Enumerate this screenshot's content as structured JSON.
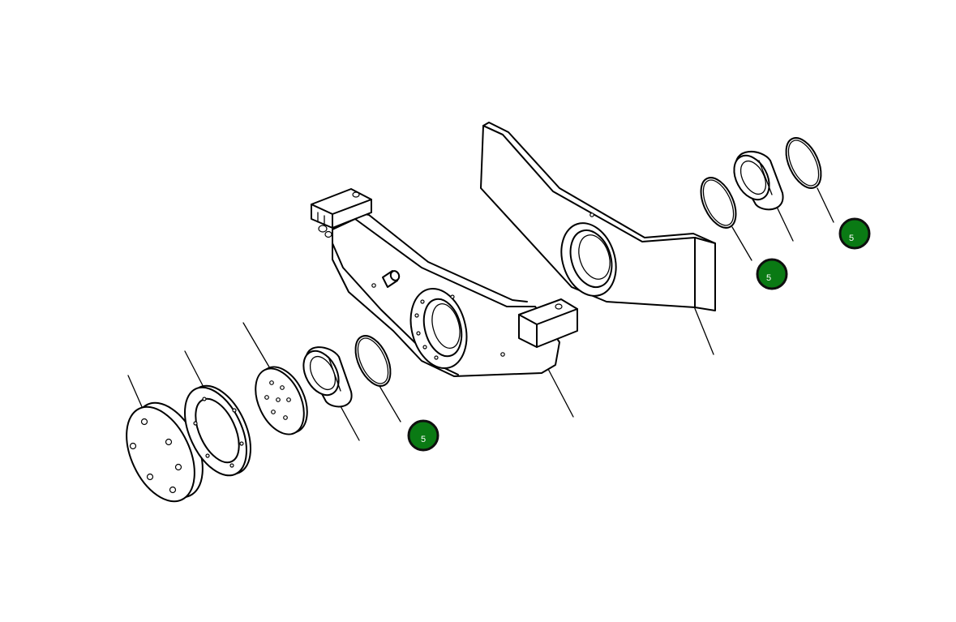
{
  "diagram": {
    "callouts": [
      {
        "label": "5",
        "fill": "#0a7a14",
        "ring": "#0f0f0f"
      },
      {
        "label": "5",
        "fill": "#0a7a14",
        "ring": "#0f0f0f"
      },
      {
        "label": "5",
        "fill": "#0a7a14",
        "ring": "#0f0f0f"
      }
    ]
  }
}
